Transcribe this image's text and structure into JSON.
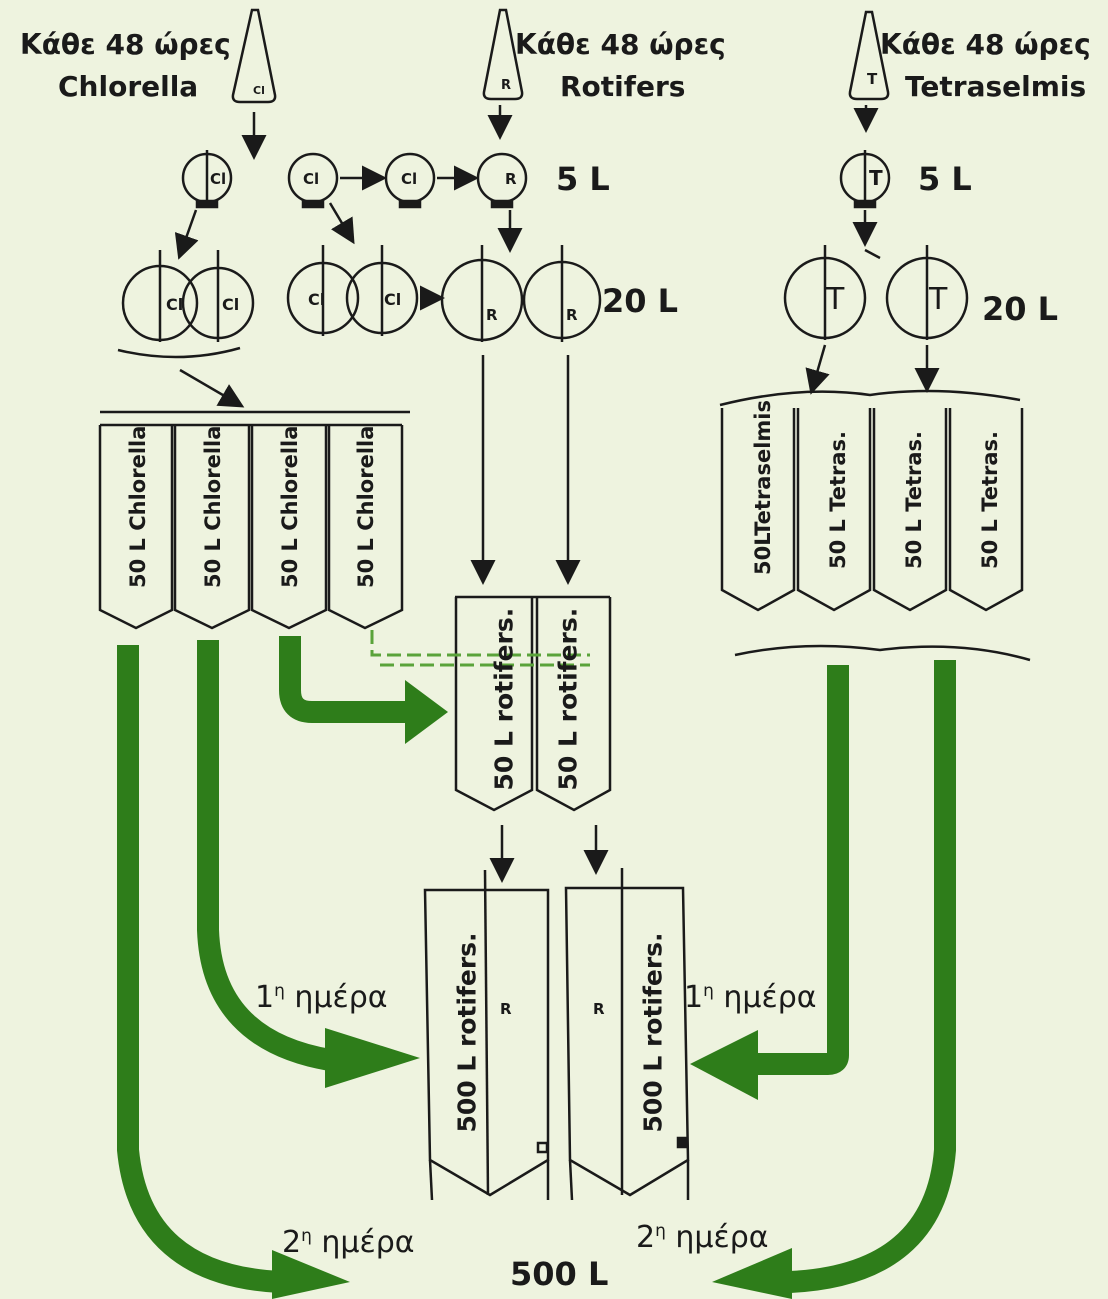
{
  "sources": {
    "chlorella": {
      "line1": "Κάθε 48 ώρες",
      "line2": "Chlorella"
    },
    "rotifers": {
      "line1": "Κάθε 48 ώρες",
      "line2": "Rotifers"
    },
    "tetraselmis": {
      "line1": "Κάθε 48 ώρες",
      "line2": "Tetraselmis"
    }
  },
  "volumes": {
    "v5_mid": "5 L",
    "v5_right": "5 L",
    "v20_mid": "20 L",
    "v20_right": "20 L",
    "v500_bottom": "500 L"
  },
  "flask_letters": {
    "chlorella": "Cl",
    "rotifers": "R",
    "tetraselmis": "T"
  },
  "tanks": {
    "chlorella": [
      "50 L Chlorella",
      "50 L Chlorella",
      "50 L Chlorella",
      "50 L Chlorella"
    ],
    "tetraselmis": [
      "50LTetraselmis",
      "50 L Tetras.",
      "50 L Tetras.",
      "50 L Tetras."
    ],
    "rotifers50": [
      "50 L rotifers.",
      "50 L rotifers."
    ],
    "rotifers500": [
      "500 L rotifers.",
      "500 L rotifers."
    ],
    "r_marks": [
      "R",
      "R"
    ]
  },
  "days": {
    "day1_left": {
      "num": "1",
      "sup": "η",
      "word": " ημέρα"
    },
    "day1_right": {
      "num": "1",
      "sup": "η",
      "word": " ημέρα"
    },
    "day2_left": {
      "num": "2",
      "sup": "η",
      "word": " ημέρα"
    },
    "day2_right": {
      "num": "2",
      "sup": "η",
      "word": " ημέρα"
    }
  },
  "colors": {
    "background": "#eef3df",
    "arrow": "#2e7d1a",
    "ink": "#1a1a1a"
  }
}
